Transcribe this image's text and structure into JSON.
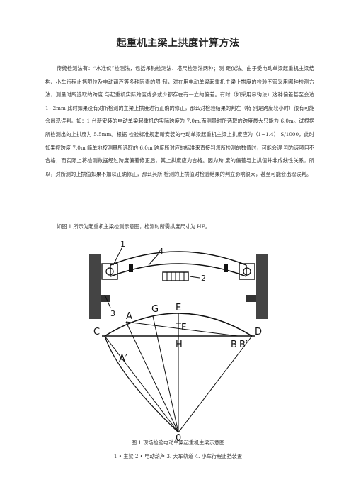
{
  "document": {
    "title": "起重机主梁上拱度计算方法",
    "paragraph_1": "传统检测法有：“水准仪”检测法，包括吊钩检测法、塔尺检测法两种；测 距仪法。由于受电动单梁起重机主梁结构、小车行程止挡限位及电动葫芦等多种因素的限 制，对在用电动单梁起重机主梁上拱度的检验不管采用哪种检测方法，测量时所选取的跨度 与起重机实际跨度或多或少都存在有一立的偏差。有时（如采用吊钩法）这种偏差甚至会达 1∽2mm 此时如果没有对所检测的主梁上拱度进行正确的修正，那么对检验结果的判左（特 别是跨度较小时）很有可能会出现误判。如：1 台新安装的电动单梁起重机的实际跨度为 7.0m,而测量时所选取的跨度最大只能为 6.0m。试根据所检测出的上拱度为 5.5mm。根据 检验标准规定新安装的电动单梁起重机主梁上拱度应为（1~1.4） S/1000，此时如果按跨度 7.0m 简单地按测量所选取的 6.0m 跨度所对应的标准来直接判怎所检测的数值时，可能会误 判为该项目不合格，而实际上将检测数据经过跨度偏差修正后，其上拱度应为合格。因为跨 度的偏差与上拱值并非成线性关系，所以，对所测的上拱值如果不加以正确修正，那么其所 检测的上拱值对检验结果的判立影响很大，甚至可能会出现误判。",
    "paragraph_2": "如图 1 所示为起重机主梁检测示意图，检测时所需拱度尺寸为 HE。",
    "figure_caption": "图 1 现场检验电动单梁起重机主梁示意图",
    "figure_legend": "1 • 主梁 2 • 电动葫芦 3. 大车轨道 4. 小车行程止挡装置"
  },
  "figure_labels": {
    "n1": "1",
    "n2": "2",
    "n3": "3",
    "n4": "4",
    "A": "A",
    "G": "G",
    "E": "E",
    "C": "C",
    "D": "D",
    "F": "F",
    "H": "H",
    "B": "B",
    "B_prime": "B′",
    "A_prime": "A′",
    "O": "0"
  }
}
